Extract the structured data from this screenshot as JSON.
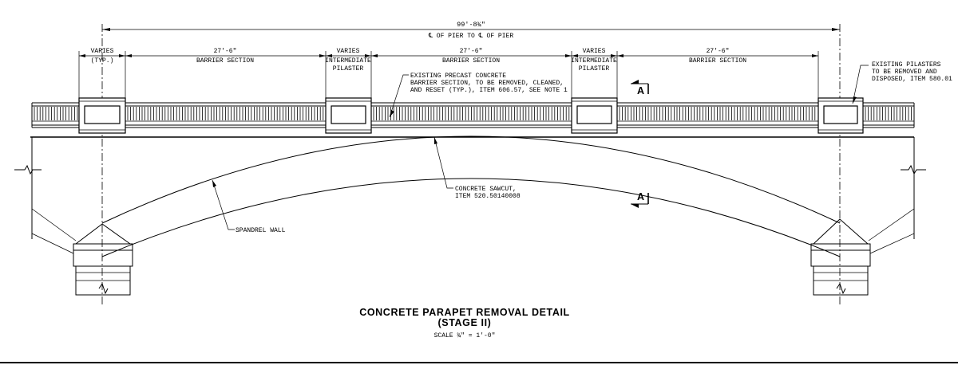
{
  "dimensions": {
    "overall_length": "99'-8¾\"",
    "overall_note": "℄ OF PIER TO ℄ OF PIER",
    "varies_1": "VARIES",
    "varies_1_note": "(TYP.)",
    "barrier_1_length": "27'-6\"",
    "barrier_1_label": "BARRIER SECTION",
    "varies_2": "VARIES",
    "varies_2_note_1": "INTERMEDIATE",
    "varies_2_note_2": "PILASTER",
    "barrier_2_length": "27'-6\"",
    "barrier_2_label": "BARRIER SECTION",
    "varies_3": "VARIES",
    "varies_3_note_1": "INTERMEDIATE",
    "varies_3_note_2": "PILASTER",
    "barrier_3_length": "27'-6\"",
    "barrier_3_label": "BARRIER SECTION"
  },
  "callouts": {
    "precast_1": "EXISTING PRECAST CONCRETE",
    "precast_2": "BARRIER SECTION, TO BE REMOVED, CLEANED,",
    "precast_3": "AND RESET (TYP.), ITEM 606.57, SEE NOTE 1",
    "pilasters_1": "EXISTING PILASTERS",
    "pilasters_2": "TO BE REMOVED AND",
    "pilasters_3": "DISPOSED, ITEM 580.01",
    "sawcut_1": "CONCRETE SAWCUT,",
    "sawcut_2": "ITEM 520.50140008",
    "spandrel": "SPANDREL WALL",
    "section_upper": "A",
    "section_lower": "A"
  },
  "title_block": {
    "title": "CONCRETE PARAPET REMOVAL DETAIL",
    "stage": "(STAGE II)",
    "scale": "SCALE ¾\" = 1'-0\""
  }
}
